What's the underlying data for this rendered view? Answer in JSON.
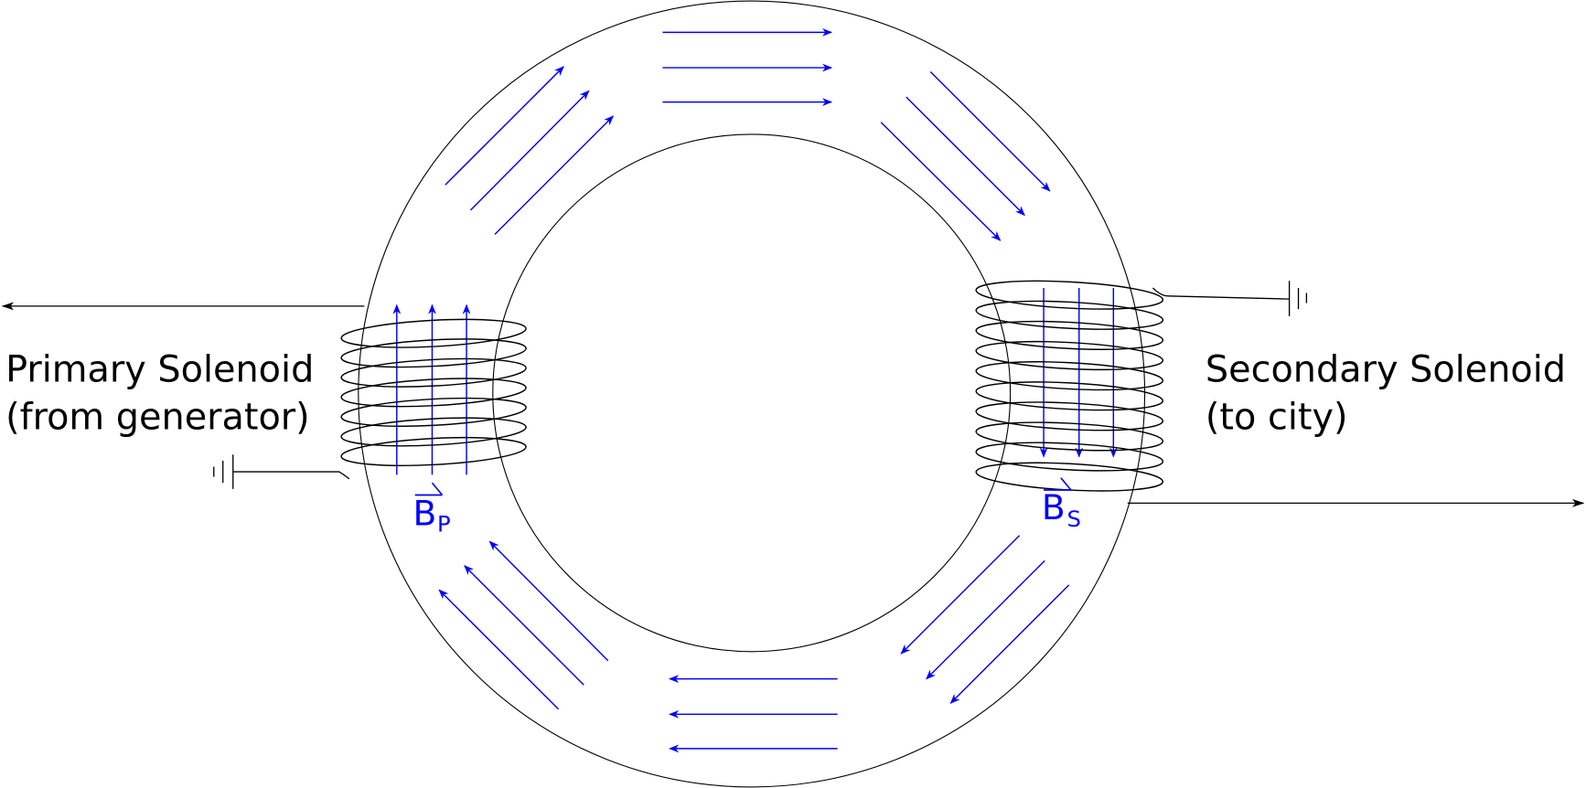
{
  "diagram": {
    "primary": {
      "title": "Primary Solenoid",
      "subtitle": "(from generator)",
      "field_symbol": "B",
      "field_subscript": "P"
    },
    "secondary": {
      "title": "Secondary Solenoid",
      "subtitle": "(to city)",
      "field_symbol": "B",
      "field_subscript": "S"
    },
    "colors": {
      "field": "#0000ff",
      "lines": "#000000"
    }
  }
}
